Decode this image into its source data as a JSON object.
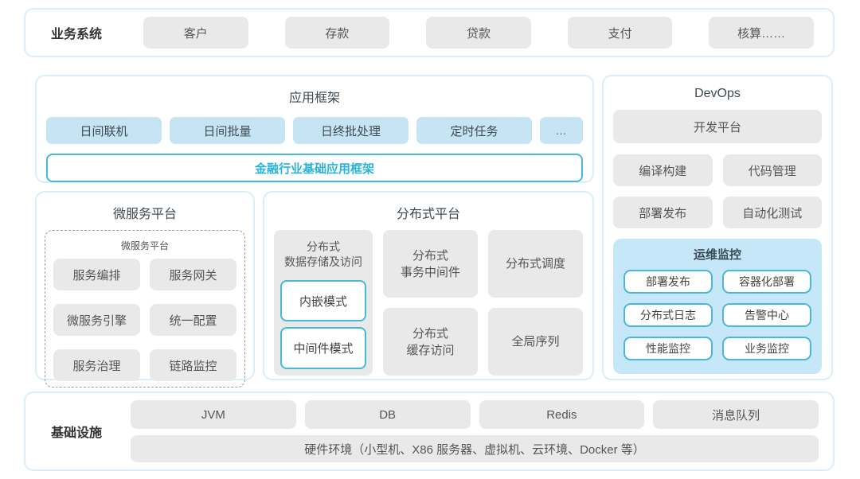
{
  "colors": {
    "panel_border": "#d9eef7",
    "gray_chip": "#e9e9e9",
    "blue_chip": "#c6e4f3",
    "cyan_border": "#47b8d9",
    "cyan_text": "#29b3d6",
    "ops_panel_bg": "#c5e7f8",
    "dark_text": "#333333"
  },
  "business_systems": {
    "label": "业务系统",
    "items": [
      "客户",
      "存款",
      "贷款",
      "支付",
      "核算……"
    ]
  },
  "app_framework": {
    "title": "应用框架",
    "chips": [
      "日间联机",
      "日间批量",
      "日终批处理",
      "定时任务",
      "..."
    ],
    "base_framework": "金融行业基础应用框架"
  },
  "microservice_platform": {
    "title": "微服务平台",
    "inner_title": "微服务平台",
    "items": [
      "服务编排",
      "服务网关",
      "微服务引擎",
      "统一配置",
      "服务治理",
      "链路监控"
    ]
  },
  "distributed_platform": {
    "title": "分布式平台",
    "storage": {
      "label": "分布式\n数据存储及访问",
      "modes": [
        "内嵌模式",
        "中间件模式"
      ]
    },
    "middle_column": [
      "分布式\n事务中间件",
      "分布式\n缓存访问"
    ],
    "right_column": [
      "分布式调度",
      "全局序列"
    ]
  },
  "devops": {
    "title": "DevOps",
    "platform": "开发平台",
    "tools": [
      "编译构建",
      "代码管理",
      "部署发布",
      "自动化测试"
    ],
    "ops_monitoring": {
      "title": "运维监控",
      "items": [
        "部署发布",
        "容器化部署",
        "分布式日志",
        "告警中心",
        "性能监控",
        "业务监控"
      ]
    }
  },
  "infrastructure": {
    "label": "基础设施",
    "items": [
      "JVM",
      "DB",
      "Redis",
      "消息队列"
    ],
    "hardware": "硬件环境（小型机、X86 服务器、虚拟机、云环境、Docker 等）"
  }
}
